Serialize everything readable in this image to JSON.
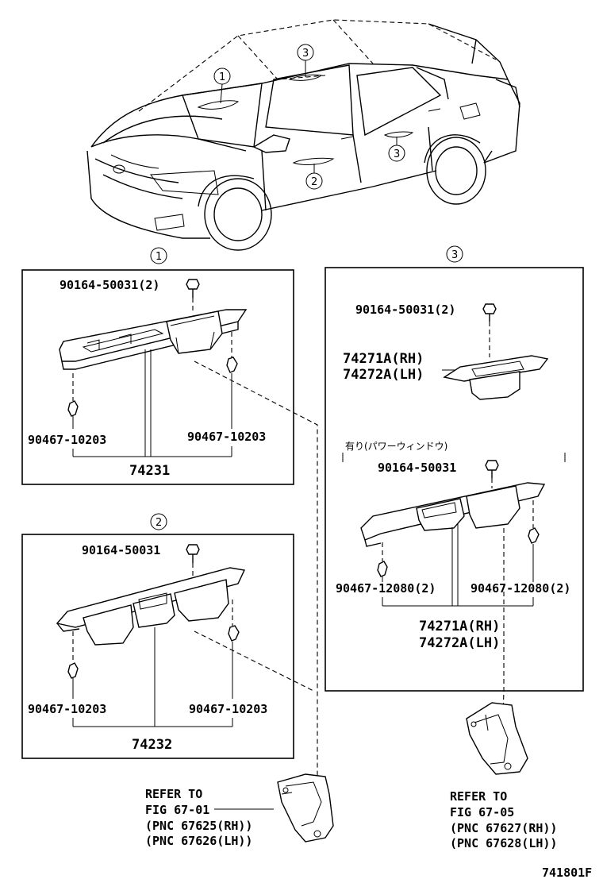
{
  "callouts": {
    "c1": "1",
    "c2": "2",
    "c3": "3"
  },
  "box1": {
    "bolt": "90164-50031(2)",
    "clip_left": "90467-10203",
    "clip_right": "90467-10203",
    "assembly": "74231"
  },
  "box2": {
    "bolt": "90164-50031",
    "clip_left": "90467-10203",
    "clip_right": "90467-10203",
    "assembly": "74232"
  },
  "box3": {
    "bolt_top": "90164-50031(2)",
    "part_rh": "74271A(RH)",
    "part_lh": "74272A(LH)",
    "option_note": "有り(パワーウィンドウ)",
    "bolt_opt": "90164-50031",
    "clip_left": "90467-12080(2)",
    "clip_right": "90467-12080(2)",
    "assy_rh": "74271A(RH)",
    "assy_lh": "74272A(LH)"
  },
  "ref_left": {
    "line1": "REFER TO",
    "line2": "FIG 67-01",
    "line3": "(PNC 67625(RH))",
    "line4": "(PNC 67626(LH))"
  },
  "ref_right": {
    "line1": "REFER TO",
    "line2": "FIG 67-05",
    "line3": "(PNC 67627(RH))",
    "line4": "(PNC 67628(LH))"
  },
  "figure_id": "741801F"
}
